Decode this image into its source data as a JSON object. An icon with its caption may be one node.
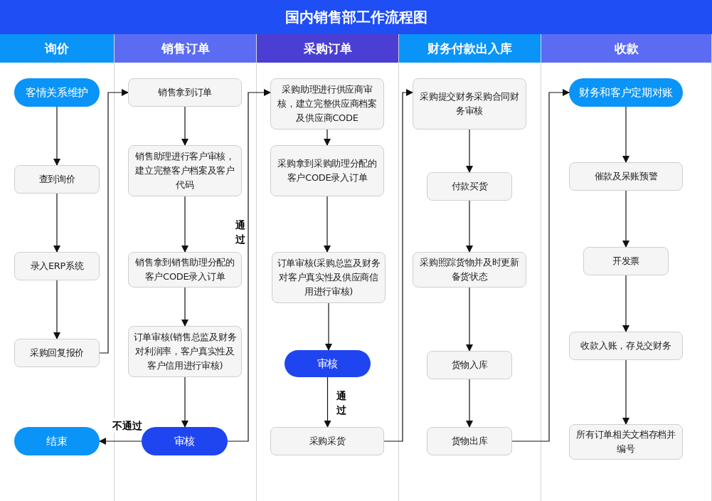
{
  "diagram": {
    "title": "国内销售部工作流程图",
    "nodes": [
      {
        "text": [
          "询价"
        ]
      },
      {
        "text": [
          "销售订单"
        ]
      },
      {
        "text": [
          "采购订单"
        ]
      },
      {
        "text": [
          "财务付款出入库"
        ]
      },
      {
        "text": [
          "收款"
        ]
      },
      {
        "text": [
          "客情关系维护"
        ],
        "in": 0
      },
      {
        "text": [
          "查到询价"
        ],
        "in": 0
      },
      {
        "text": [
          "录入ERP系统"
        ],
        "in": 0
      },
      {
        "text": [
          "采购回复报价"
        ],
        "in": 0
      },
      {
        "text": [
          "结束"
        ],
        "in": 0
      },
      {
        "text": [
          "销售拿到订单"
        ],
        "in": 1
      },
      {
        "text": [
          "销售助理进行客户审核，建立完整客户档案及客户代码"
        ],
        "in": 1
      },
      {
        "text": [
          "销售拿到销售助理分配的客户CODE录入订单"
        ],
        "in": 1
      },
      {
        "text": [
          "订单审核(销售总监及财务对利润率，客户真实性及客户信用进行审核)"
        ],
        "in": 1
      },
      {
        "text": [
          "审核"
        ],
        "in": 1
      },
      {
        "text": [
          "采购助理进行供应商审核，建立完整供应商档案及供应商CODE"
        ],
        "in": 2
      },
      {
        "text": [
          "采购拿到采购助理分配的客户CODE录入订单"
        ],
        "in": 2
      },
      {
        "text": [
          "订单审核(采购总监及财务对客户真实性及供应商信用进行审核)"
        ],
        "in": 2
      },
      {
        "text": [
          "审核"
        ],
        "in": 2
      },
      {
        "text": [
          "采购采货"
        ],
        "in": 2
      },
      {
        "text": [
          "采购提交财务采购合同财务审核"
        ],
        "in": 3
      },
      {
        "text": [
          "付款买货"
        ],
        "in": 3
      },
      {
        "text": [
          "采购照踪货物并及时更新备货状态"
        ],
        "in": 3
      },
      {
        "text": [
          "货物入库"
        ],
        "in": 3
      },
      {
        "text": [
          "货物出库"
        ],
        "in": 3
      },
      {
        "text": [
          "财务和客户定期对账"
        ],
        "in": 4
      },
      {
        "text": [
          "催款及呆账预警"
        ],
        "in": 4
      },
      {
        "text": [
          "开发票"
        ],
        "in": 4
      },
      {
        "text": [
          "收款入账，存兑交财务"
        ],
        "in": 4
      },
      {
        "text": [
          "所有订单相关文档存档并编号"
        ],
        "in": 4
      }
    ],
    "edges": [
      {
        "from": 5,
        "to": 6,
        "arrow": "to"
      },
      {
        "from": 6,
        "to": 7,
        "arrow": "to"
      },
      {
        "from": 7,
        "to": 8,
        "arrow": "to"
      },
      {
        "from": 8,
        "to": 10,
        "arrow": "to"
      },
      {
        "from": 10,
        "to": 11,
        "arrow": "to"
      },
      {
        "from": 11,
        "to": 12,
        "arrow": "to"
      },
      {
        "from": 12,
        "to": 13,
        "arrow": "to"
      },
      {
        "from": 13,
        "to": 14,
        "arrow": "to"
      },
      {
        "from": 14,
        "to": 9,
        "arrow": "to",
        "label": "不通过"
      },
      {
        "from": 14,
        "to": 15,
        "arrow": "to",
        "label": "通过"
      },
      {
        "from": 15,
        "to": 16,
        "arrow": "to"
      },
      {
        "from": 16,
        "to": 17,
        "arrow": "to"
      },
      {
        "from": 17,
        "to": 18,
        "arrow": "to"
      },
      {
        "from": 18,
        "to": 19,
        "arrow": "to",
        "label": "通过"
      },
      {
        "from": 19,
        "to": 20,
        "arrow": "to"
      },
      {
        "from": 20,
        "to": 21,
        "arrow": "to"
      },
      {
        "from": 21,
        "to": 22,
        "arrow": "to"
      },
      {
        "from": 22,
        "to": 23,
        "arrow": "to"
      },
      {
        "from": 23,
        "to": 24,
        "arrow": "to"
      },
      {
        "from": 24,
        "to": 25,
        "arrow": "to"
      },
      {
        "from": 25,
        "to": 26,
        "arrow": "to"
      },
      {
        "from": 26,
        "to": 27,
        "arrow": "to"
      },
      {
        "from": 27,
        "to": 28,
        "arrow": "to"
      },
      {
        "from": 28,
        "to": 29,
        "arrow": "to"
      }
    ]
  }
}
